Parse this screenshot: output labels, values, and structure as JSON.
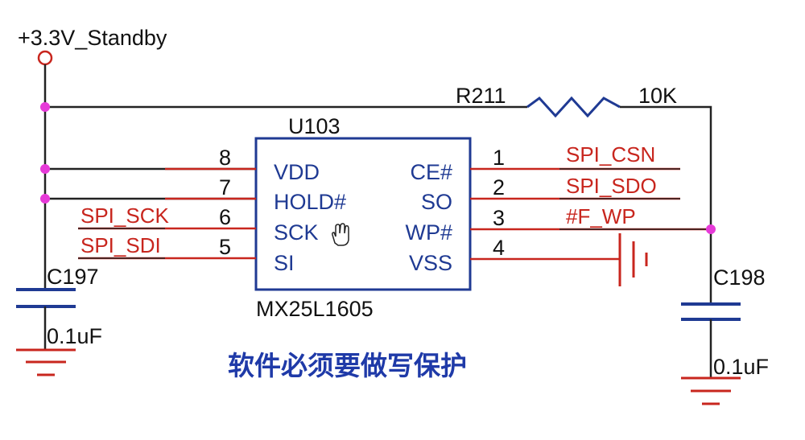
{
  "power": {
    "net_name": "+3.3V_Standby"
  },
  "resistor": {
    "ref": "R211",
    "value": "10K"
  },
  "chip": {
    "ref": "U103",
    "part": "MX25L1605",
    "left_pins": [
      {
        "num": "8",
        "name": "VDD",
        "net": ""
      },
      {
        "num": "7",
        "name": "HOLD#",
        "net": ""
      },
      {
        "num": "6",
        "name": "SCK",
        "net": "SPI_SCK"
      },
      {
        "num": "5",
        "name": "SI",
        "net": "SPI_SDI"
      }
    ],
    "right_pins": [
      {
        "num": "1",
        "name": "CE#",
        "net": "SPI_CSN"
      },
      {
        "num": "2",
        "name": "SO",
        "net": "SPI_SDO"
      },
      {
        "num": "3",
        "name": "WP#",
        "net": "#F_WP"
      },
      {
        "num": "4",
        "name": "VSS",
        "net": ""
      }
    ]
  },
  "capacitors": [
    {
      "ref": "C197",
      "value": "0.1uF"
    },
    {
      "ref": "C198",
      "value": "0.1uF"
    }
  ],
  "note": "软件必须要做写保护",
  "colors": {
    "wire_black": "#222222",
    "wire_red": "#c8261e",
    "component": "#1f3a93",
    "junction": "#e63ad8",
    "ground": "#c8261e"
  }
}
